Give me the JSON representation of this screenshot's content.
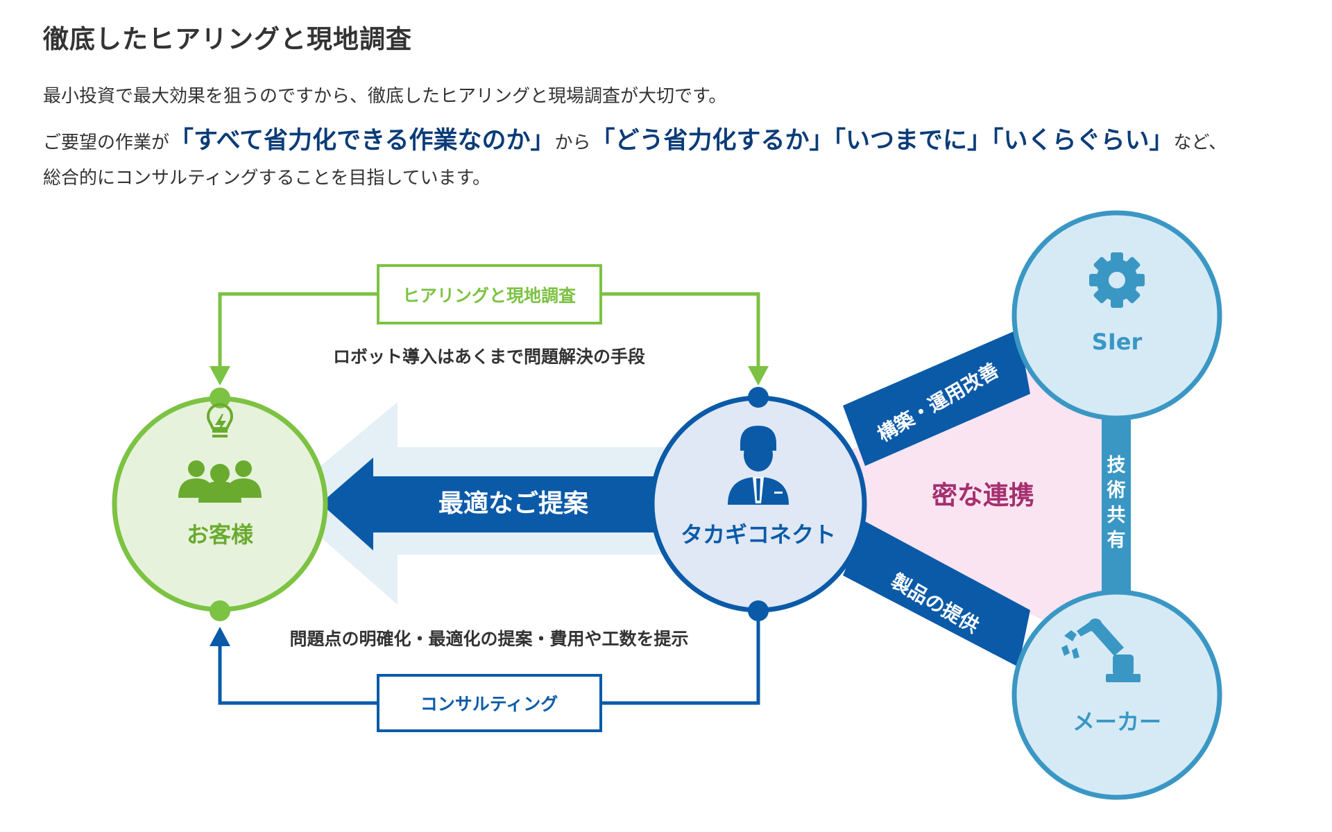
{
  "heading": "徹底したヒアリングと現地調査",
  "intro": {
    "line1": "最小投資で最大効果を狙うのですから、徹底したヒアリングと現場調査が大切です。",
    "line2_prefix": "ご要望の作業が",
    "line2_hl1": "「すべて省力化できる作業なのか」",
    "line2_mid1": "から",
    "line2_hl2": "「どう省力化するか」",
    "line2_hl3": "「いつまでに」",
    "line2_hl4": "「いくらぐらい」",
    "line2_suffix": "など、",
    "line3": "総合的にコンサルティングすることを目指しています。"
  },
  "diagram": {
    "top_box": "ヒアリングと現地調査",
    "top_caption": "ロボット導入はあくまで問題解決の手段",
    "bottom_caption": "問題点の明確化・最適化の提案・費用や工数を提示",
    "bottom_box": "コンサルティング",
    "arrow_label": "最適なご提案",
    "customer": {
      "label": "お客様",
      "icon": "customer-group-icon"
    },
    "company": {
      "label": "タカギコネクト",
      "icon": "businessman-icon"
    },
    "sier": {
      "label": "SIer",
      "icon": "gear-icon"
    },
    "maker": {
      "label": "メーカー",
      "icon": "robot-arm-icon"
    },
    "center_label": "密な連携",
    "edge_top": "構築・運用改善",
    "edge_bottom": "製品の提供",
    "edge_right": [
      "技",
      "術",
      "共",
      "有"
    ]
  },
  "colors": {
    "green": "#7cc243",
    "green_dark": "#6aab2f",
    "blue_dark": "#0a5aa8",
    "teal": "#3a97c4",
    "pink": "#fbe4f1",
    "magenta": "#a42f6f"
  }
}
